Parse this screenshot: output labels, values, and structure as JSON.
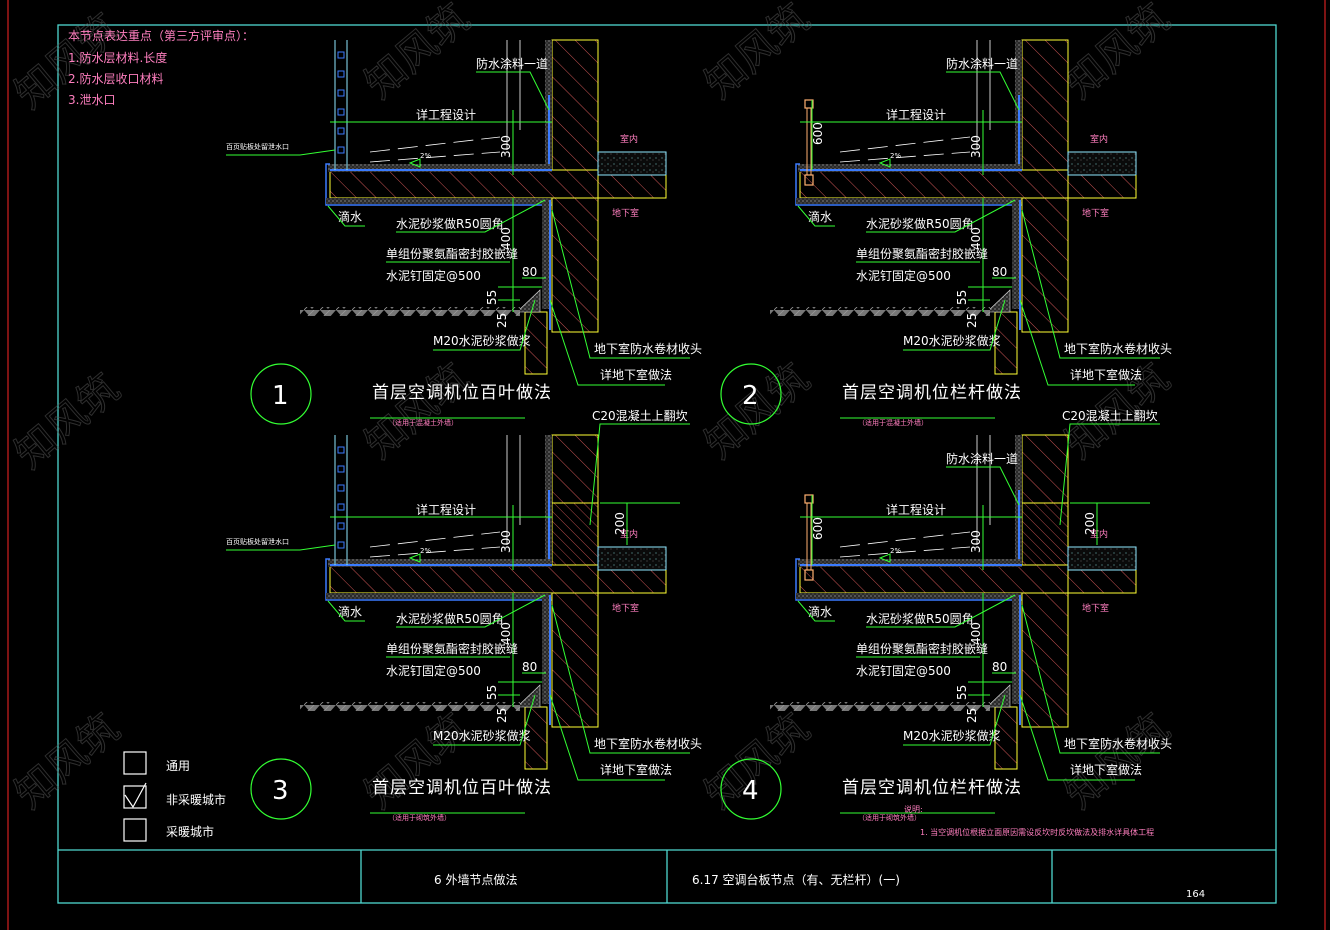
{
  "notes": {
    "heading": "本节点表达重点（第三方评审点）：",
    "items": [
      "1.防水层材料.长度",
      "2.防水层收口材料",
      "3.泄水口"
    ]
  },
  "details": [
    {
      "number": "1",
      "title": "首层空调机位百叶做法",
      "subtitle": "（适用于混凝土外墙）",
      "rail_type": "louver",
      "labels": {
        "coating": "防水涂料一道",
        "design": "详工程设计",
        "drain": "百页贴板处留泄水口",
        "slope": "2%",
        "drip": "滴水",
        "fillet": "水泥砂浆做R50圆角",
        "sealant": "单组份聚氨酯密封胶嵌缝",
        "nails": "水泥钉固定@500",
        "mortar": "M20水泥砂浆做浆",
        "membrane_end": "地下室防水卷材收头",
        "basement_ref": "详地下室做法",
        "indoor": "室内",
        "basement": "地下室",
        "curb": ""
      },
      "dims": {
        "h300": "300",
        "h400": "400",
        "w80": "80",
        "h55": "55",
        "h25": "25",
        "h600": "",
        "h200": ""
      }
    },
    {
      "number": "2",
      "title": "首层空调机位栏杆做法",
      "subtitle": "（适用于混凝土外墙）",
      "rail_type": "railing",
      "labels": {
        "coating": "防水涂料一道",
        "design": "详工程设计",
        "drain": "",
        "slope": "2%",
        "drip": "滴水",
        "fillet": "水泥砂浆做R50圆角",
        "sealant": "单组份聚氨酯密封胶嵌缝",
        "nails": "水泥钉固定@500",
        "mortar": "M20水泥砂浆做浆",
        "membrane_end": "地下室防水卷材收头",
        "basement_ref": "详地下室做法",
        "indoor": "室内",
        "basement": "地下室",
        "curb": ""
      },
      "dims": {
        "h300": "300",
        "h400": "400",
        "w80": "80",
        "h55": "55",
        "h25": "25",
        "h600": "600",
        "h200": ""
      }
    },
    {
      "number": "3",
      "title": "首层空调机位百叶做法",
      "subtitle": "（适用于砌筑外墙）",
      "rail_type": "louver",
      "labels": {
        "coating": "",
        "design": "详工程设计",
        "drain": "百页贴板处留泄水口",
        "slope": "2%",
        "drip": "滴水",
        "fillet": "水泥砂浆做R50圆角",
        "sealant": "单组份聚氨酯密封胶嵌缝",
        "nails": "水泥钉固定@500",
        "mortar": "M20水泥砂浆做浆",
        "membrane_end": "地下室防水卷材收头",
        "basement_ref": "详地下室做法",
        "indoor": "室内",
        "basement": "地下室",
        "curb": "C20混凝土上翻坎"
      },
      "dims": {
        "h300": "300",
        "h400": "400",
        "w80": "80",
        "h55": "55",
        "h25": "25",
        "h600": "",
        "h200": "200"
      }
    },
    {
      "number": "4",
      "title": "首层空调机位栏杆做法",
      "subtitle": "（适用于砌筑外墙）",
      "rail_type": "railing",
      "labels": {
        "coating": "防水涂料一道",
        "design": "详工程设计",
        "drain": "",
        "slope": "2%",
        "drip": "滴水",
        "fillet": "水泥砂浆做R50圆角",
        "sealant": "单组份聚氨酯密封胶嵌缝",
        "nails": "水泥钉固定@500",
        "mortar": "M20水泥砂浆做浆",
        "membrane_end": "地下室防水卷材收头",
        "basement_ref": "详地下室做法",
        "indoor": "室内",
        "basement": "地下室",
        "curb": "C20混凝土上翻坎"
      },
      "dims": {
        "h300": "300",
        "h400": "400",
        "w80": "80",
        "h55": "55",
        "h25": "25",
        "h600": "600",
        "h200": "200"
      }
    }
  ],
  "legend": {
    "items": [
      {
        "label": "通用",
        "checked": false
      },
      {
        "label": "非采暖城市",
        "checked": true
      },
      {
        "label": "采暖城市",
        "checked": false
      }
    ]
  },
  "remarks": {
    "heading": "说明:",
    "items": [
      "1. 当空调机位根据立面原因需设反坎时反坎做法及排水详具体工程"
    ]
  },
  "title_block": {
    "chapter": "6  外墙节点做法",
    "sheet_title": "6.17  空调台板节点（有、无栏杆）(一)",
    "page": "164"
  },
  "watermark": "知风筑",
  "colors": {
    "frame": "#4fd8d0",
    "outer_border": "#d02020",
    "leader": "#33ff33",
    "concrete_edge": "#ffff33",
    "hatch": "#ff6a6a",
    "membrane": "#3a7bff",
    "screed": "#9a9a9a",
    "screed_light": "#8fe8ff"
  }
}
